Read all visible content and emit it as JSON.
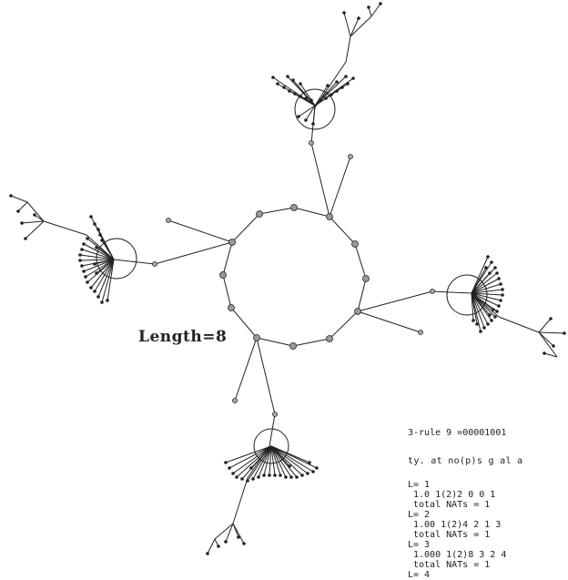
{
  "figure": {
    "length_label": "Length=8",
    "rule_title": "3-rule 9 =00001001",
    "table_header": "ty. at no(p)s g al a",
    "levels": [
      {
        "l": "L= 1",
        "row": "1.0 1(2)2 0 0 1",
        "total": "total NATs = 1"
      },
      {
        "l": "L= 2",
        "row": "1.00 1(2)4 2 1 3",
        "total": "total NATs = 1"
      },
      {
        "l": "L= 3",
        "row": "1.000 1(2)8 3 2 4",
        "total": "total NATs = 1"
      },
      {
        "l": "L= 4",
        "row": "",
        "total": ""
      }
    ]
  },
  "colors": {
    "line": "#222222",
    "node_fill": "#888888",
    "background": "#ffffff"
  }
}
